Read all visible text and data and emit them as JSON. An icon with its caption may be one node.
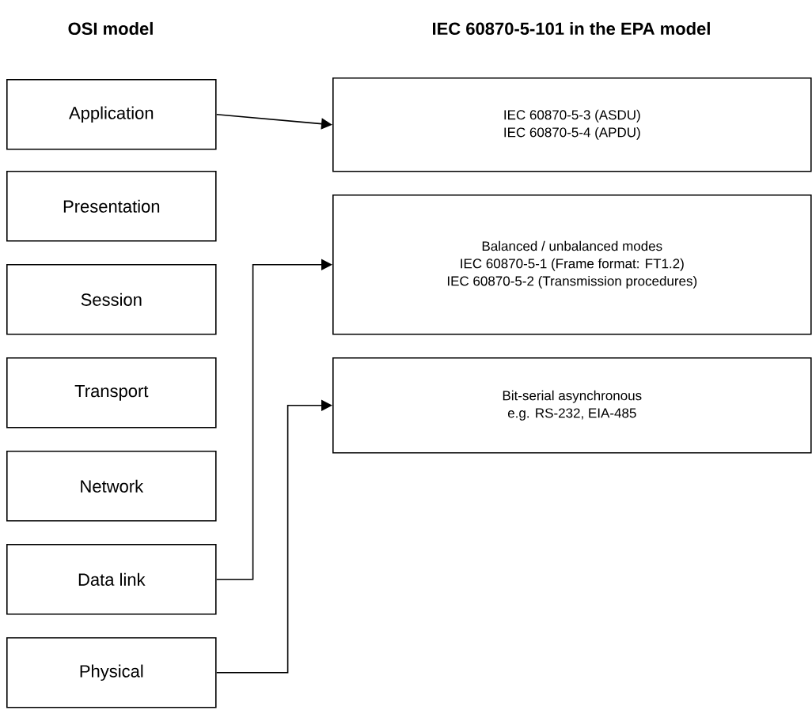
{
  "diagram": {
    "nodes": [
      {
        "text": [
          "Application"
        ]
      },
      {
        "text": [
          "Presentation"
        ]
      },
      {
        "text": [
          "Session"
        ]
      },
      {
        "text": [
          "Transport"
        ]
      },
      {
        "text": [
          "Network"
        ]
      },
      {
        "text": [
          "Data link"
        ]
      },
      {
        "text": [
          "Physical"
        ]
      },
      {
        "text": [
          "IEC 60870-5-3 (ASDU)",
          "IEC 60870-5-4 (APDU)"
        ]
      },
      {
        "text": [
          "Balanced / unbalanced modes",
          "IEC 60870-5-1 (Frame format: FT1.2)",
          "IEC 60870-5-2 (Transmission procedures)"
        ]
      },
      {
        "text": [
          "Bit-serial asynchronous",
          "e.g. RS-232, EIA-485"
        ]
      }
    ],
    "edges": [
      {
        "from": 0,
        "to": 7,
        "arrow": "to"
      },
      {
        "from": 5,
        "to": 8,
        "arrow": "to"
      },
      {
        "from": 6,
        "to": 9,
        "arrow": "to"
      }
    ],
    "labels": [
      "OSI model",
      "IEC 60870-5-101 in the EPA model"
    ]
  }
}
